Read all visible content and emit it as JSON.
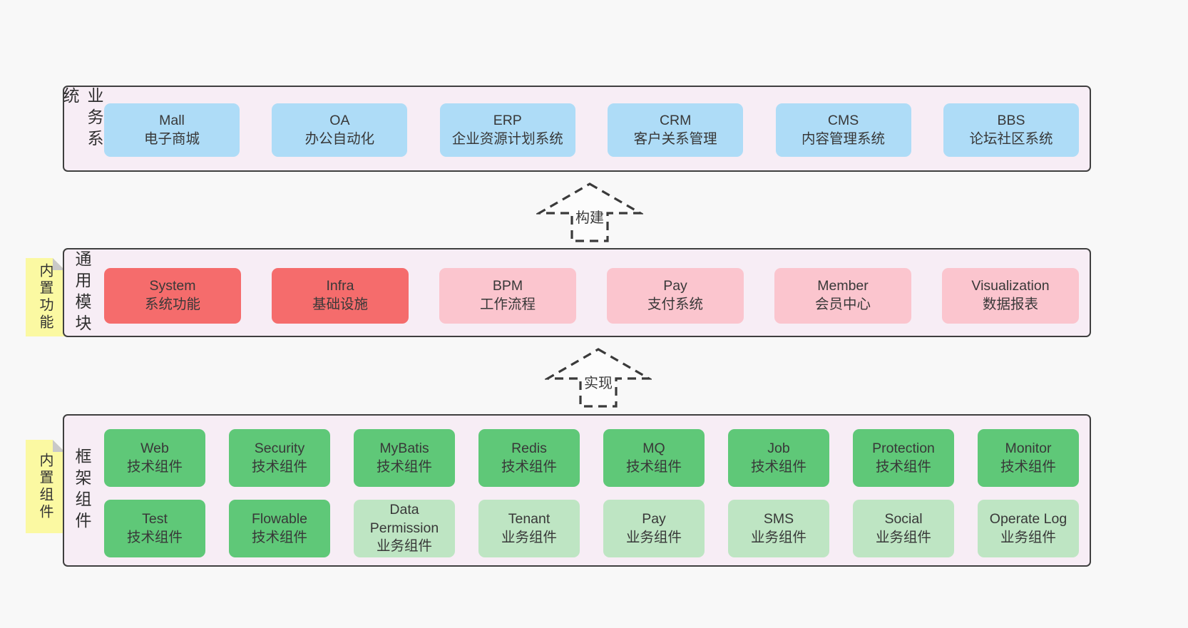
{
  "colors": {
    "page_bg": "#f8f8f8",
    "panel_bg": "#f7edf5",
    "panel_border": "#3f3f3f",
    "blue_box": "#aedcf7",
    "red_box": "#f56c6c",
    "pink_box": "#fbc5ce",
    "green_box": "#5fc878",
    "green_light_box": "#bee5c3",
    "sticky_yellow": "#fbf9a2",
    "sticky_fold": "#c9c9c9",
    "text": "#3a3a3a"
  },
  "arrows": {
    "build": "构建",
    "implement": "实现"
  },
  "layers": {
    "business": {
      "side_label": "业务系统",
      "boxes": [
        {
          "name": "Mall",
          "desc": "电子商城"
        },
        {
          "name": "OA",
          "desc": "办公自动化"
        },
        {
          "name": "ERP",
          "desc": "企业资源计划系统"
        },
        {
          "name": "CRM",
          "desc": "客户关系管理"
        },
        {
          "name": "CMS",
          "desc": "内容管理系统"
        },
        {
          "name": "BBS",
          "desc": "论坛社区系统"
        }
      ]
    },
    "modules": {
      "side_label": "通用模块",
      "sticky": "内置功能",
      "boxes": [
        {
          "name": "System",
          "desc": "系统功能",
          "variant": "red"
        },
        {
          "name": "Infra",
          "desc": "基础设施",
          "variant": "red"
        },
        {
          "name": "BPM",
          "desc": "工作流程",
          "variant": "pink"
        },
        {
          "name": "Pay",
          "desc": "支付系统",
          "variant": "pink"
        },
        {
          "name": "Member",
          "desc": "会员中心",
          "variant": "pink"
        },
        {
          "name": "Visualization",
          "desc": "数据报表",
          "variant": "pink"
        }
      ]
    },
    "components": {
      "side_label": "框架组件",
      "sticky": "内置组件",
      "row1": [
        {
          "name": "Web",
          "desc": "技术组件",
          "variant": "green"
        },
        {
          "name": "Security",
          "desc": "技术组件",
          "variant": "green"
        },
        {
          "name": "MyBatis",
          "desc": "技术组件",
          "variant": "green"
        },
        {
          "name": "Redis",
          "desc": "技术组件",
          "variant": "green"
        },
        {
          "name": "MQ",
          "desc": "技术组件",
          "variant": "green"
        },
        {
          "name": "Job",
          "desc": "技术组件",
          "variant": "green"
        },
        {
          "name": "Protection",
          "desc": "技术组件",
          "variant": "green"
        },
        {
          "name": "Monitor",
          "desc": "技术组件",
          "variant": "green"
        }
      ],
      "row2": [
        {
          "name": "Test",
          "desc": "技术组件",
          "variant": "green"
        },
        {
          "name": "Flowable",
          "desc": "技术组件",
          "variant": "green"
        },
        {
          "name": "Data Permission",
          "desc": "业务组件",
          "variant": "green-light"
        },
        {
          "name": "Tenant",
          "desc": "业务组件",
          "variant": "green-light"
        },
        {
          "name": "Pay",
          "desc": "业务组件",
          "variant": "green-light"
        },
        {
          "name": "SMS",
          "desc": "业务组件",
          "variant": "green-light"
        },
        {
          "name": "Social",
          "desc": "业务组件",
          "variant": "green-light"
        },
        {
          "name": "Operate Log",
          "desc": "业务组件",
          "variant": "green-light"
        }
      ]
    }
  }
}
